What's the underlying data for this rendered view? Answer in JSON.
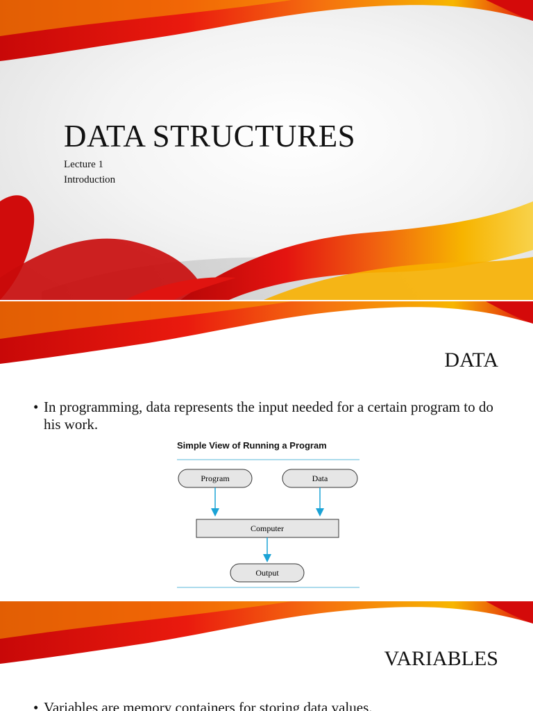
{
  "slide1": {
    "title": "DATA STRUCTURES",
    "subtitle_line1": "Lecture 1",
    "subtitle_line2": "Introduction"
  },
  "slide2": {
    "title": "DATA",
    "bullet_symbol": "•",
    "bullet": "In programming, data represents the input needed for a certain program to do his work.",
    "diagram": {
      "heading": "Simple View of Running a Program",
      "program_label": "Program",
      "data_label": "Data",
      "computer_label": "Computer",
      "output_label": "Output",
      "arrow_color": "#1ba3d6",
      "rule_color": "#8fcfe6"
    }
  },
  "slide3": {
    "title": "VARIABLES",
    "bullet_symbol": "•",
    "bullet": "Variables are memory containers for storing data values."
  },
  "theme": {
    "wave_red": "#d90b0b",
    "wave_orange": "#f26a0a",
    "wave_yellow": "#f7c000"
  }
}
